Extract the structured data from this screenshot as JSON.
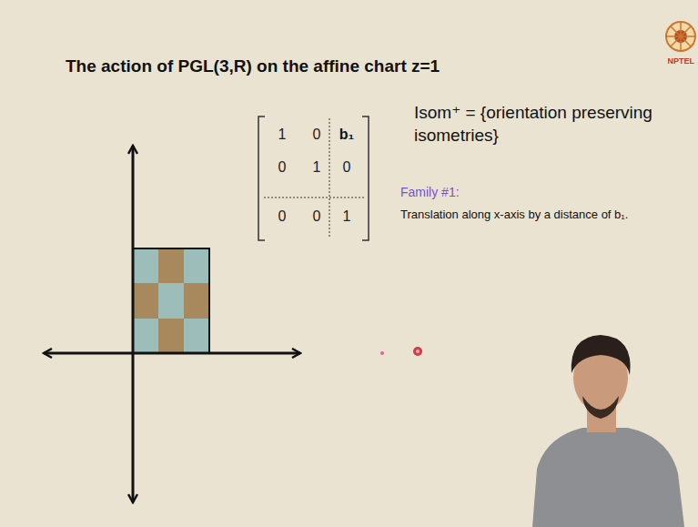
{
  "diagram": {
    "title": "The action of PGL(3,R) on the affine chart z=1",
    "labels": [
      "1",
      "0",
      "b₁",
      "0",
      "1",
      "0",
      "0",
      "0",
      "1",
      "Isom⁺ = {orientation preserving isometries}",
      "Family #1:",
      "Translation along x-axis by a distance of b₁.",
      "NPTEL"
    ]
  }
}
